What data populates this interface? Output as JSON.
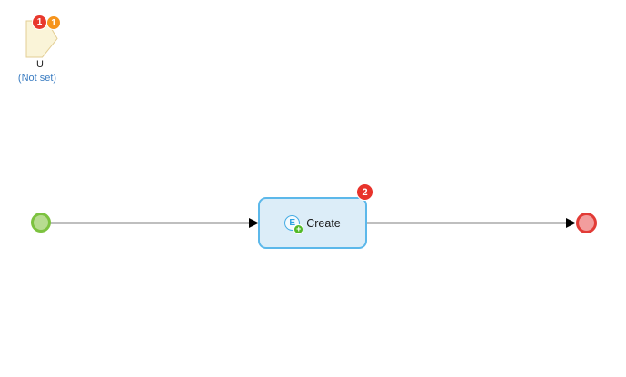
{
  "note": {
    "title": "U",
    "subtitle": "(Not set)",
    "error_count": "1",
    "warning_count": "1",
    "fill": "#FAF4D8",
    "stroke": "#E3CE94"
  },
  "flow": {
    "activity": {
      "label": "Create",
      "badge_count": "2",
      "icon_letter": "E",
      "icon_plus": "+"
    }
  },
  "colors": {
    "canvas_background": "#FFFFFF",
    "error_badge": "#E8382D",
    "warning_badge": "#F6941D",
    "activity_badge": "#E8332B",
    "activity_fill": "#DCEDF8",
    "activity_border": "#5CB8EA",
    "entity_icon_blue": "#2FA3E2",
    "entity_plus_green": "#52B927",
    "start_node_fill": "#B7DC90",
    "start_node_border": "#7CC23F",
    "end_node_fill": "#F29D9D",
    "end_node_border": "#E23B36",
    "subtitle_link": "#3B7DC2",
    "connector": "#000000"
  }
}
